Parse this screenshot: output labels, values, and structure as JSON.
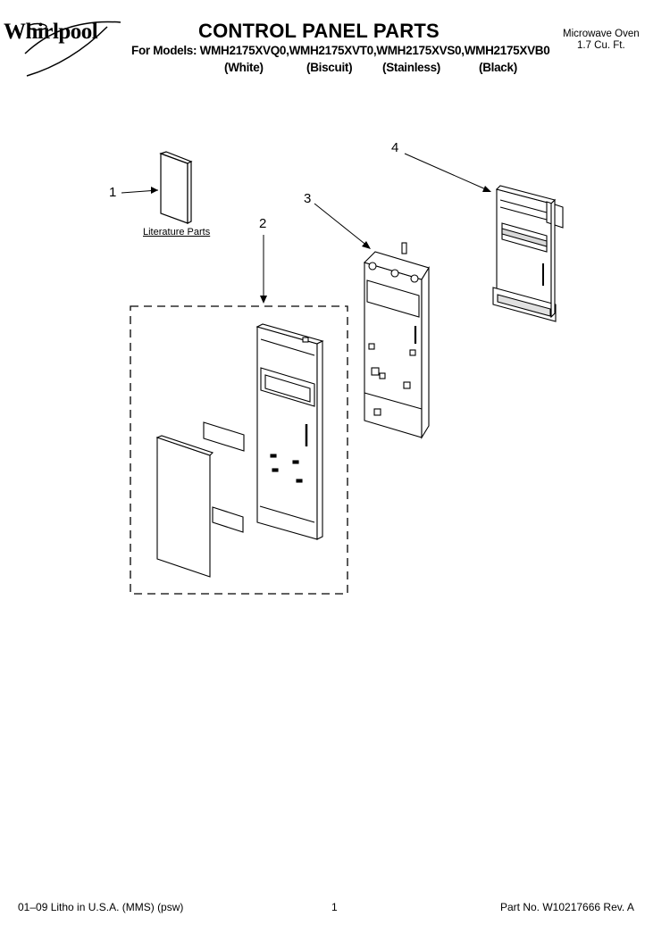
{
  "header": {
    "brand": "Whirlpool",
    "title": "CONTROL PANEL PARTS",
    "models_line": "For Models: WMH2175XVQ0,WMH2175XVT0,WMH2175XVS0,WMH2175XVB0",
    "colors": [
      "(White)",
      "(Biscuit)",
      "(Stainless)",
      "(Black)"
    ],
    "product_type": "Microwave Oven",
    "capacity": "1.7 Cu. Ft."
  },
  "callouts": [
    "1",
    "2",
    "3",
    "4"
  ],
  "literature_label": "Literature Parts",
  "footer": {
    "left": "01–09 Litho in U.S.A. (MMS) (psw)",
    "page": "1",
    "part_no": "Part No. W10217666 Rev. A"
  }
}
